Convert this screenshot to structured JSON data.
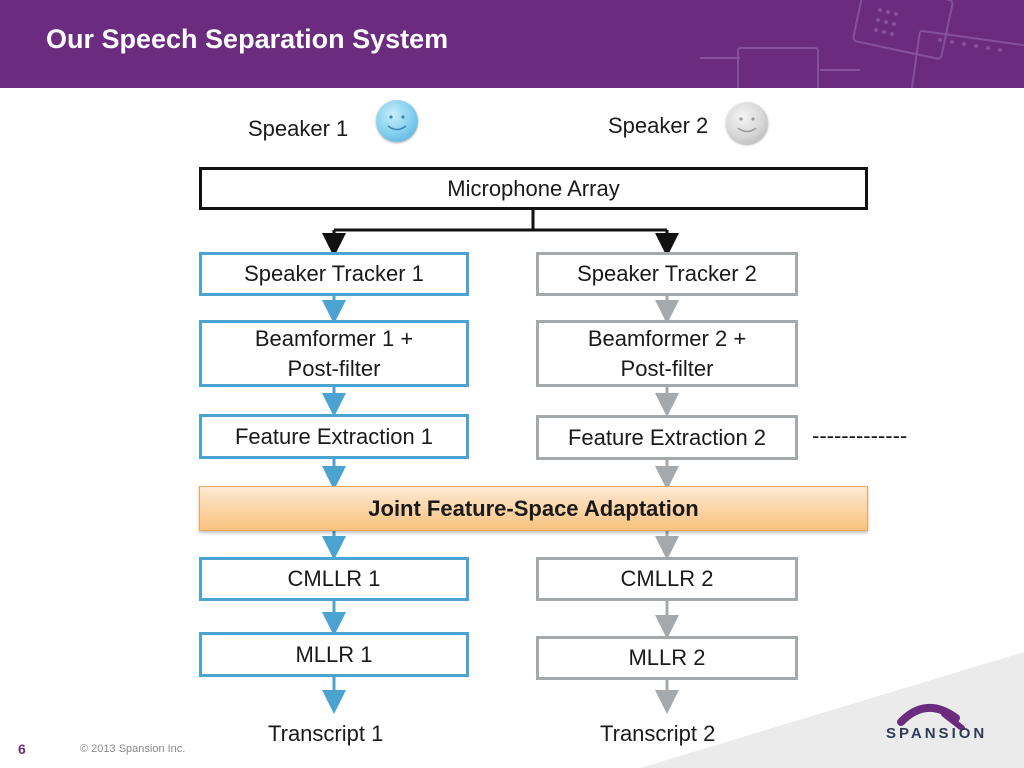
{
  "header": {
    "title": "Our Speech Separation System"
  },
  "speakers": [
    {
      "label": "Speaker 1",
      "face": "smiley-face-icon",
      "color": "#7fcdee"
    },
    {
      "label": "Speaker 2",
      "face": "smiley-face-icon",
      "color": "#d6d6d6"
    }
  ],
  "microphone": "Microphone Array",
  "pipeline": {
    "left": {
      "tracker": "Speaker Tracker 1",
      "beamformer": "Beamformer 1 +\nPost-filter",
      "feature": "Feature Extraction 1",
      "cmllr": "CMLLR 1",
      "mllr": "MLLR 1",
      "transcript": "Transcript 1",
      "color": "#4aa3d0"
    },
    "right": {
      "tracker": "Speaker Tracker 2",
      "beamformer": "Beamformer 2 +\nPost-filter",
      "feature": "Feature Extraction 2",
      "cmllr": "CMLLR 2",
      "mllr": "MLLR 2",
      "transcript": "Transcript 2",
      "color": "#a4a9ad"
    }
  },
  "joint": "Joint Feature-Space Adaptation",
  "dashes": "-------------",
  "footer": {
    "page_number": "6",
    "copyright": "© 2013 Spansion Inc.",
    "logo": "SPANSION"
  },
  "colors": {
    "header": "#6b2c80",
    "joint_fill": "#fbc27e"
  }
}
